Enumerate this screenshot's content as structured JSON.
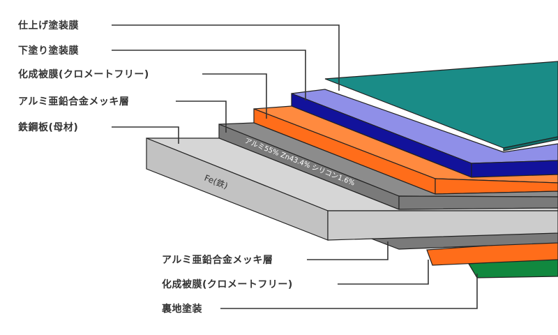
{
  "top_labels": {
    "finish_coat": "仕上げ塗装膜",
    "primer_coat": "下塗り塗装膜",
    "conversion_film": "化成被膜(クロメートフリー)",
    "alloy_plating": "アルミ亜鉛合金メッキ層",
    "base_steel": "鉄鋼板(母材)"
  },
  "bottom_labels": {
    "alloy_plating": "アルミ亜鉛合金メッキ層",
    "conversion_film": "化成被膜(クロメートフリー)",
    "back_coat": "裏地塗装"
  },
  "inline_text": {
    "composition": "アルミ55%  Zn43.4%  シリコン1.6%",
    "base_material": "Fe(鉄)"
  },
  "colors": {
    "finish_top": "#1a8c87",
    "finish_front": "#136f6b",
    "primer_top": "#8f8fe8",
    "primer_front": "#12129b",
    "conversion_top": "#ff7a2a",
    "conversion_front": "#ff6d1a",
    "plating_top": "#8c8c8c",
    "plating_front": "#7a7a7a",
    "steel_top": "#d6d6d6",
    "steel_front": "#c2c2c2",
    "back_coat": "#11883f"
  }
}
